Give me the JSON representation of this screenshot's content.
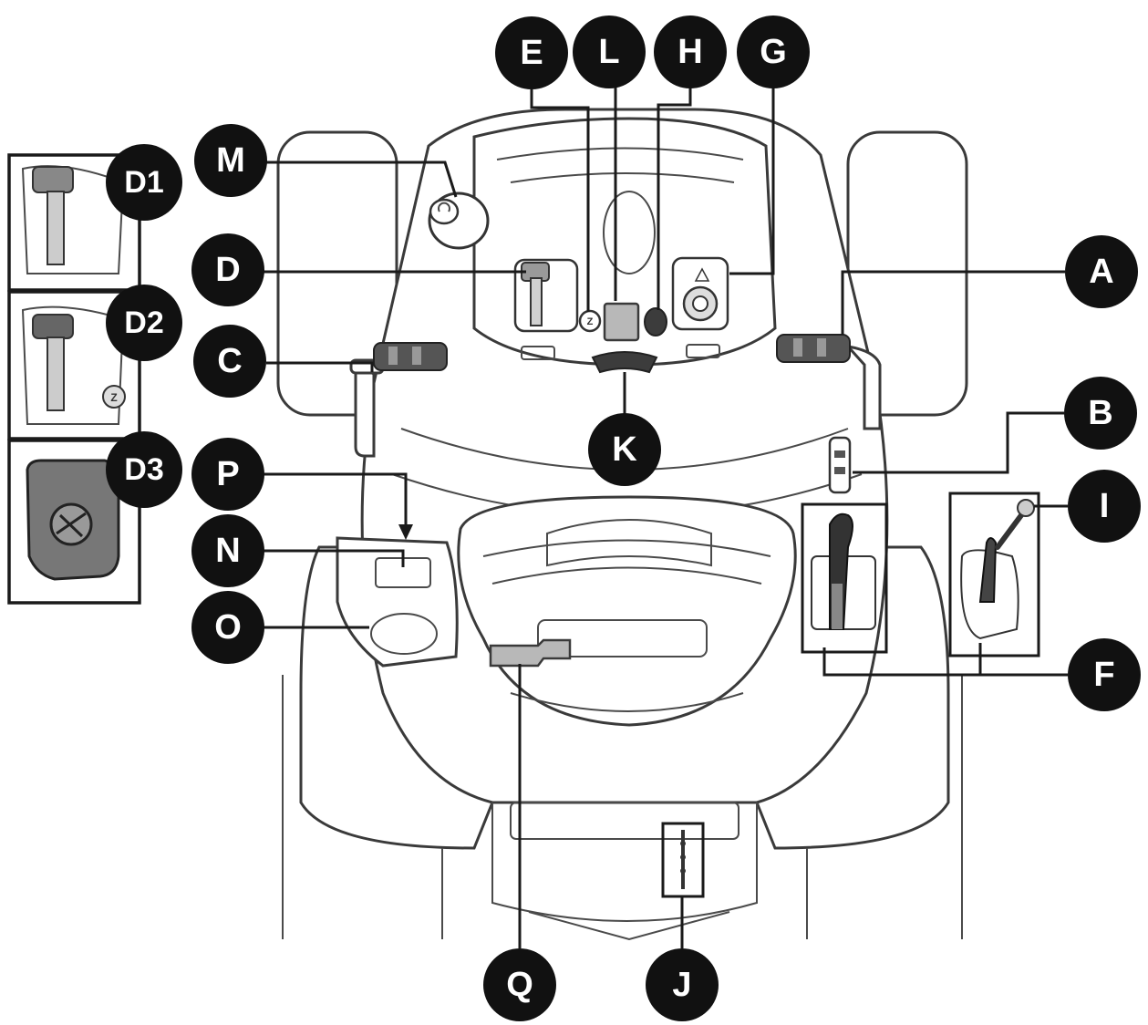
{
  "callouts": {
    "A": "A",
    "B": "B",
    "C": "C",
    "D": "D",
    "E": "E",
    "F": "F",
    "G": "G",
    "H": "H",
    "I": "I",
    "J": "J",
    "K": "K",
    "L": "L",
    "M": "M",
    "N": "N",
    "O": "O",
    "P": "P",
    "Q": "Q",
    "D1": "D1",
    "D2": "D2",
    "D3": "D3"
  },
  "colors": {
    "callout_fill": "#111111",
    "callout_text": "#ffffff",
    "component_grey": "#b8b8b8",
    "outline": "#3a3a3a"
  }
}
